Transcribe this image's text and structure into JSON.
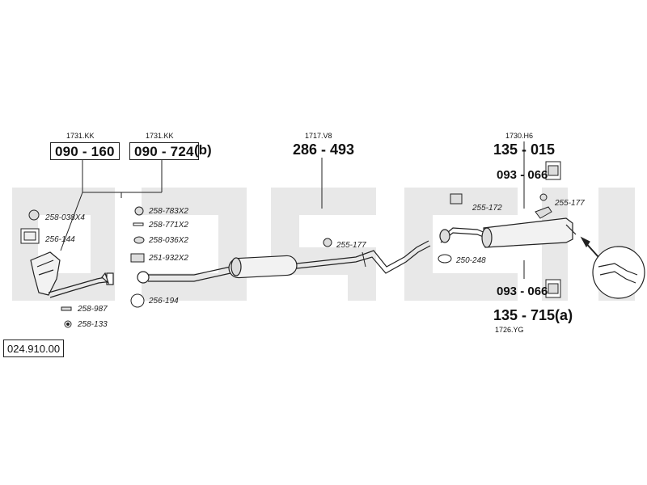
{
  "labels": {
    "code_1731kk_a": "1731.KK",
    "code_1731kk_b": "1731.KK",
    "code_1717v8": "1717.V8",
    "code_1730h6": "1730.H6",
    "code_1726yg": "1726.YG",
    "part_090_160": "090 - 160",
    "part_090_724": "090 - 724",
    "part_090_724_suffix": "(b)",
    "part_286_493": "286 - 493",
    "part_135_015": "135 - 015",
    "part_093_066_top": "093 - 066",
    "part_093_066_bottom": "093 - 066",
    "part_135_715": "135 - 715(a)",
    "s_258_038": "258-038X4",
    "s_256_144": "256-144",
    "s_258_987": "258-987",
    "s_258_133": "258-133",
    "s_258_783": "258-783X2",
    "s_258_771": "258-771X2",
    "s_258_036": "258-036X2",
    "s_251_932": "251-932X2",
    "s_256_194": "256-194",
    "s_255_177_mid": "255-177",
    "s_255_172": "255-172",
    "s_255_177_right": "255-177",
    "s_250_248": "250-248",
    "reference": "024.910.00"
  },
  "colors": {
    "line": "#222222",
    "watermark": "#e6e6e6",
    "part_fill": "#f2f2f2"
  }
}
